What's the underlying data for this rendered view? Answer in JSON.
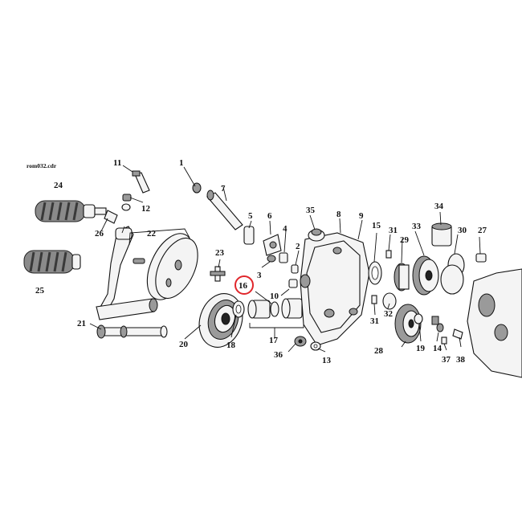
{
  "file_label": "rom032.cdr",
  "highlighted_part": "16",
  "colors": {
    "highlight_ring": "#e0262b",
    "ink": "#111111",
    "shade": "#9a9a9a"
  },
  "callouts": [
    {
      "id": "1",
      "text": "1"
    },
    {
      "id": "2",
      "text": "2"
    },
    {
      "id": "3",
      "text": "3"
    },
    {
      "id": "4",
      "text": "4"
    },
    {
      "id": "5",
      "text": "5"
    },
    {
      "id": "6",
      "text": "6"
    },
    {
      "id": "7",
      "text": "7"
    },
    {
      "id": "8",
      "text": "8"
    },
    {
      "id": "9",
      "text": "9"
    },
    {
      "id": "10",
      "text": "10"
    },
    {
      "id": "11",
      "text": "11"
    },
    {
      "id": "12",
      "text": "12"
    },
    {
      "id": "13",
      "text": "13"
    },
    {
      "id": "14",
      "text": "14"
    },
    {
      "id": "15",
      "text": "15"
    },
    {
      "id": "16",
      "text": "16"
    },
    {
      "id": "17",
      "text": "17"
    },
    {
      "id": "18",
      "text": "18"
    },
    {
      "id": "19",
      "text": "19"
    },
    {
      "id": "20",
      "text": "20"
    },
    {
      "id": "21",
      "text": "21"
    },
    {
      "id": "22",
      "text": "22"
    },
    {
      "id": "23",
      "text": "23"
    },
    {
      "id": "24",
      "text": "24"
    },
    {
      "id": "25",
      "text": "25"
    },
    {
      "id": "26",
      "text": "26"
    },
    {
      "id": "27",
      "text": "27"
    },
    {
      "id": "28",
      "text": "28"
    },
    {
      "id": "29",
      "text": "29"
    },
    {
      "id": "30",
      "text": "30"
    },
    {
      "id": "31a",
      "text": "31"
    },
    {
      "id": "31b",
      "text": "31"
    },
    {
      "id": "32",
      "text": "32"
    },
    {
      "id": "33",
      "text": "33"
    },
    {
      "id": "34",
      "text": "34"
    },
    {
      "id": "35",
      "text": "35"
    },
    {
      "id": "36",
      "text": "36"
    },
    {
      "id": "37",
      "text": "37"
    },
    {
      "id": "38",
      "text": "38"
    }
  ]
}
